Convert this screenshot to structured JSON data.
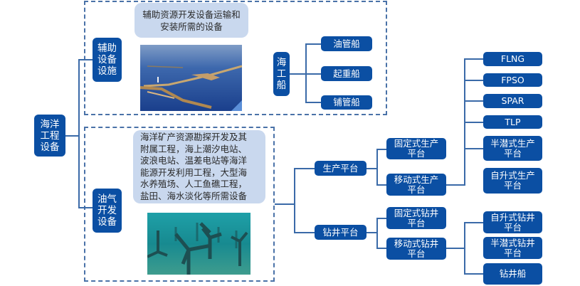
{
  "root": {
    "label": "海洋\n工程\n设备"
  },
  "auxiliary": {
    "label": "辅助\n设备\n设施",
    "description": "辅助资源开发设备运输和\n安装所需的设备",
    "image_alt": "harbor-breakwater-aerial-photo",
    "ship_group": {
      "label": "海\n工\n船",
      "items": [
        "油管船",
        "起重船",
        "铺管船"
      ]
    }
  },
  "oilgas": {
    "label": "油气\n开发\n设备",
    "description": "海洋矿产资源勘探开发及其\n附属工程，海上潮汐电站、\n波浪电站、温差电站等海洋\n能源开发利用工程，大型海\n水养殖场、人工鱼礁工程，\n盐田、海水淡化等所需设备",
    "image_alt": "underwater-tidal-turbines-photo",
    "production": {
      "label": "生产平台",
      "fixed": "固定式生产\n平台",
      "mobile": "移动式生产\n平台",
      "mobile_types": [
        "FLNG",
        "FPSO",
        "SPAR",
        "TLP",
        "半潜式生产\n平台",
        "自升式生产\n平台"
      ]
    },
    "drilling": {
      "label": "钻井平台",
      "fixed": "固定式钻井\n平台",
      "mobile": "移动式钻井\n平台",
      "mobile_types": [
        "自升式钻井\n平台",
        "半潜式钻井\n平台",
        "钻井船"
      ]
    }
  },
  "colors": {
    "node_fill": "#0b4fa3",
    "node_text": "#ffffff",
    "connector": "#3a6aa8",
    "dashed_border": "#4a72a8",
    "bubble_fill": "#c9d8ee"
  }
}
